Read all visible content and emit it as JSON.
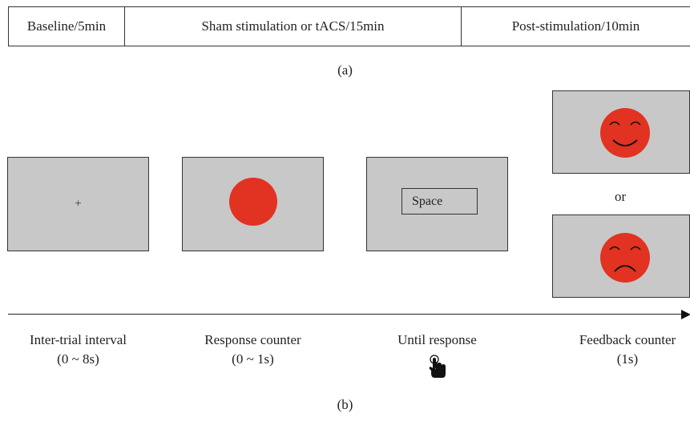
{
  "timeline": {
    "segments": [
      {
        "label": "Baseline/5min"
      },
      {
        "label": "Sham stimulation or tACS/15min"
      },
      {
        "label": "Post-stimulation/10min"
      }
    ]
  },
  "panel_a_label": "(a)",
  "panel_b_label": "(b)",
  "screens": {
    "fixation_symbol": "+",
    "space_key_label": "Space",
    "or_label": "or"
  },
  "steps": [
    {
      "title": "Inter-trial interval",
      "duration": "(0 ~ 8s)"
    },
    {
      "title": "Response counter",
      "duration": "(0 ~ 1s)"
    },
    {
      "title": "Until response",
      "duration": "",
      "icon": "hand-pointer-icon"
    },
    {
      "title": "Feedback counter",
      "duration": "(1s)"
    }
  ],
  "colors": {
    "screen_gray": "#c8c8c8",
    "stimulus_red": "#e23222",
    "outline": "#333333"
  }
}
